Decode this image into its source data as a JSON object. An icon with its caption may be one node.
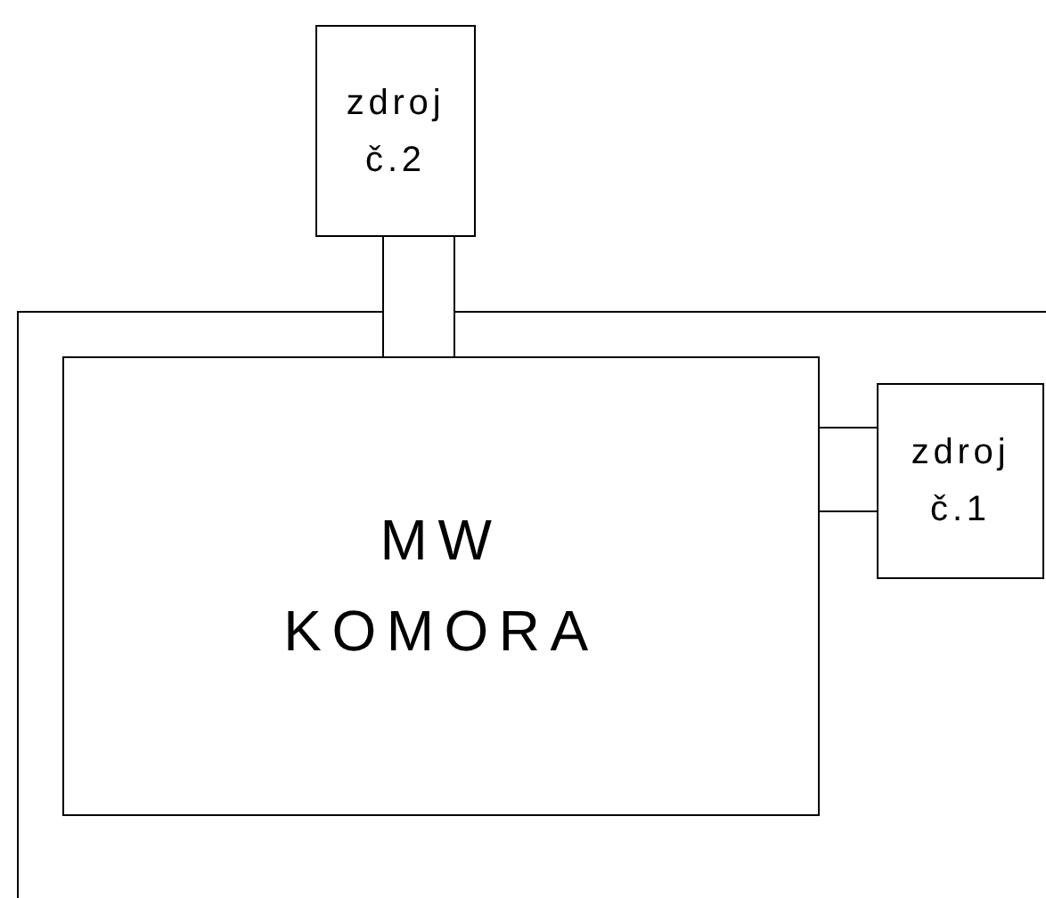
{
  "diagram": {
    "nodes": [
      {
        "text": [
          "zdroj č.2"
        ]
      },
      {
        "text": [
          "MW KOMORA"
        ]
      },
      {
        "text": [
          "zdroj č.1"
        ]
      }
    ],
    "edges": [
      {
        "from": 0,
        "to": 1,
        "arrow": "none"
      },
      {
        "from": 1,
        "to": 2,
        "arrow": "none"
      }
    ]
  }
}
